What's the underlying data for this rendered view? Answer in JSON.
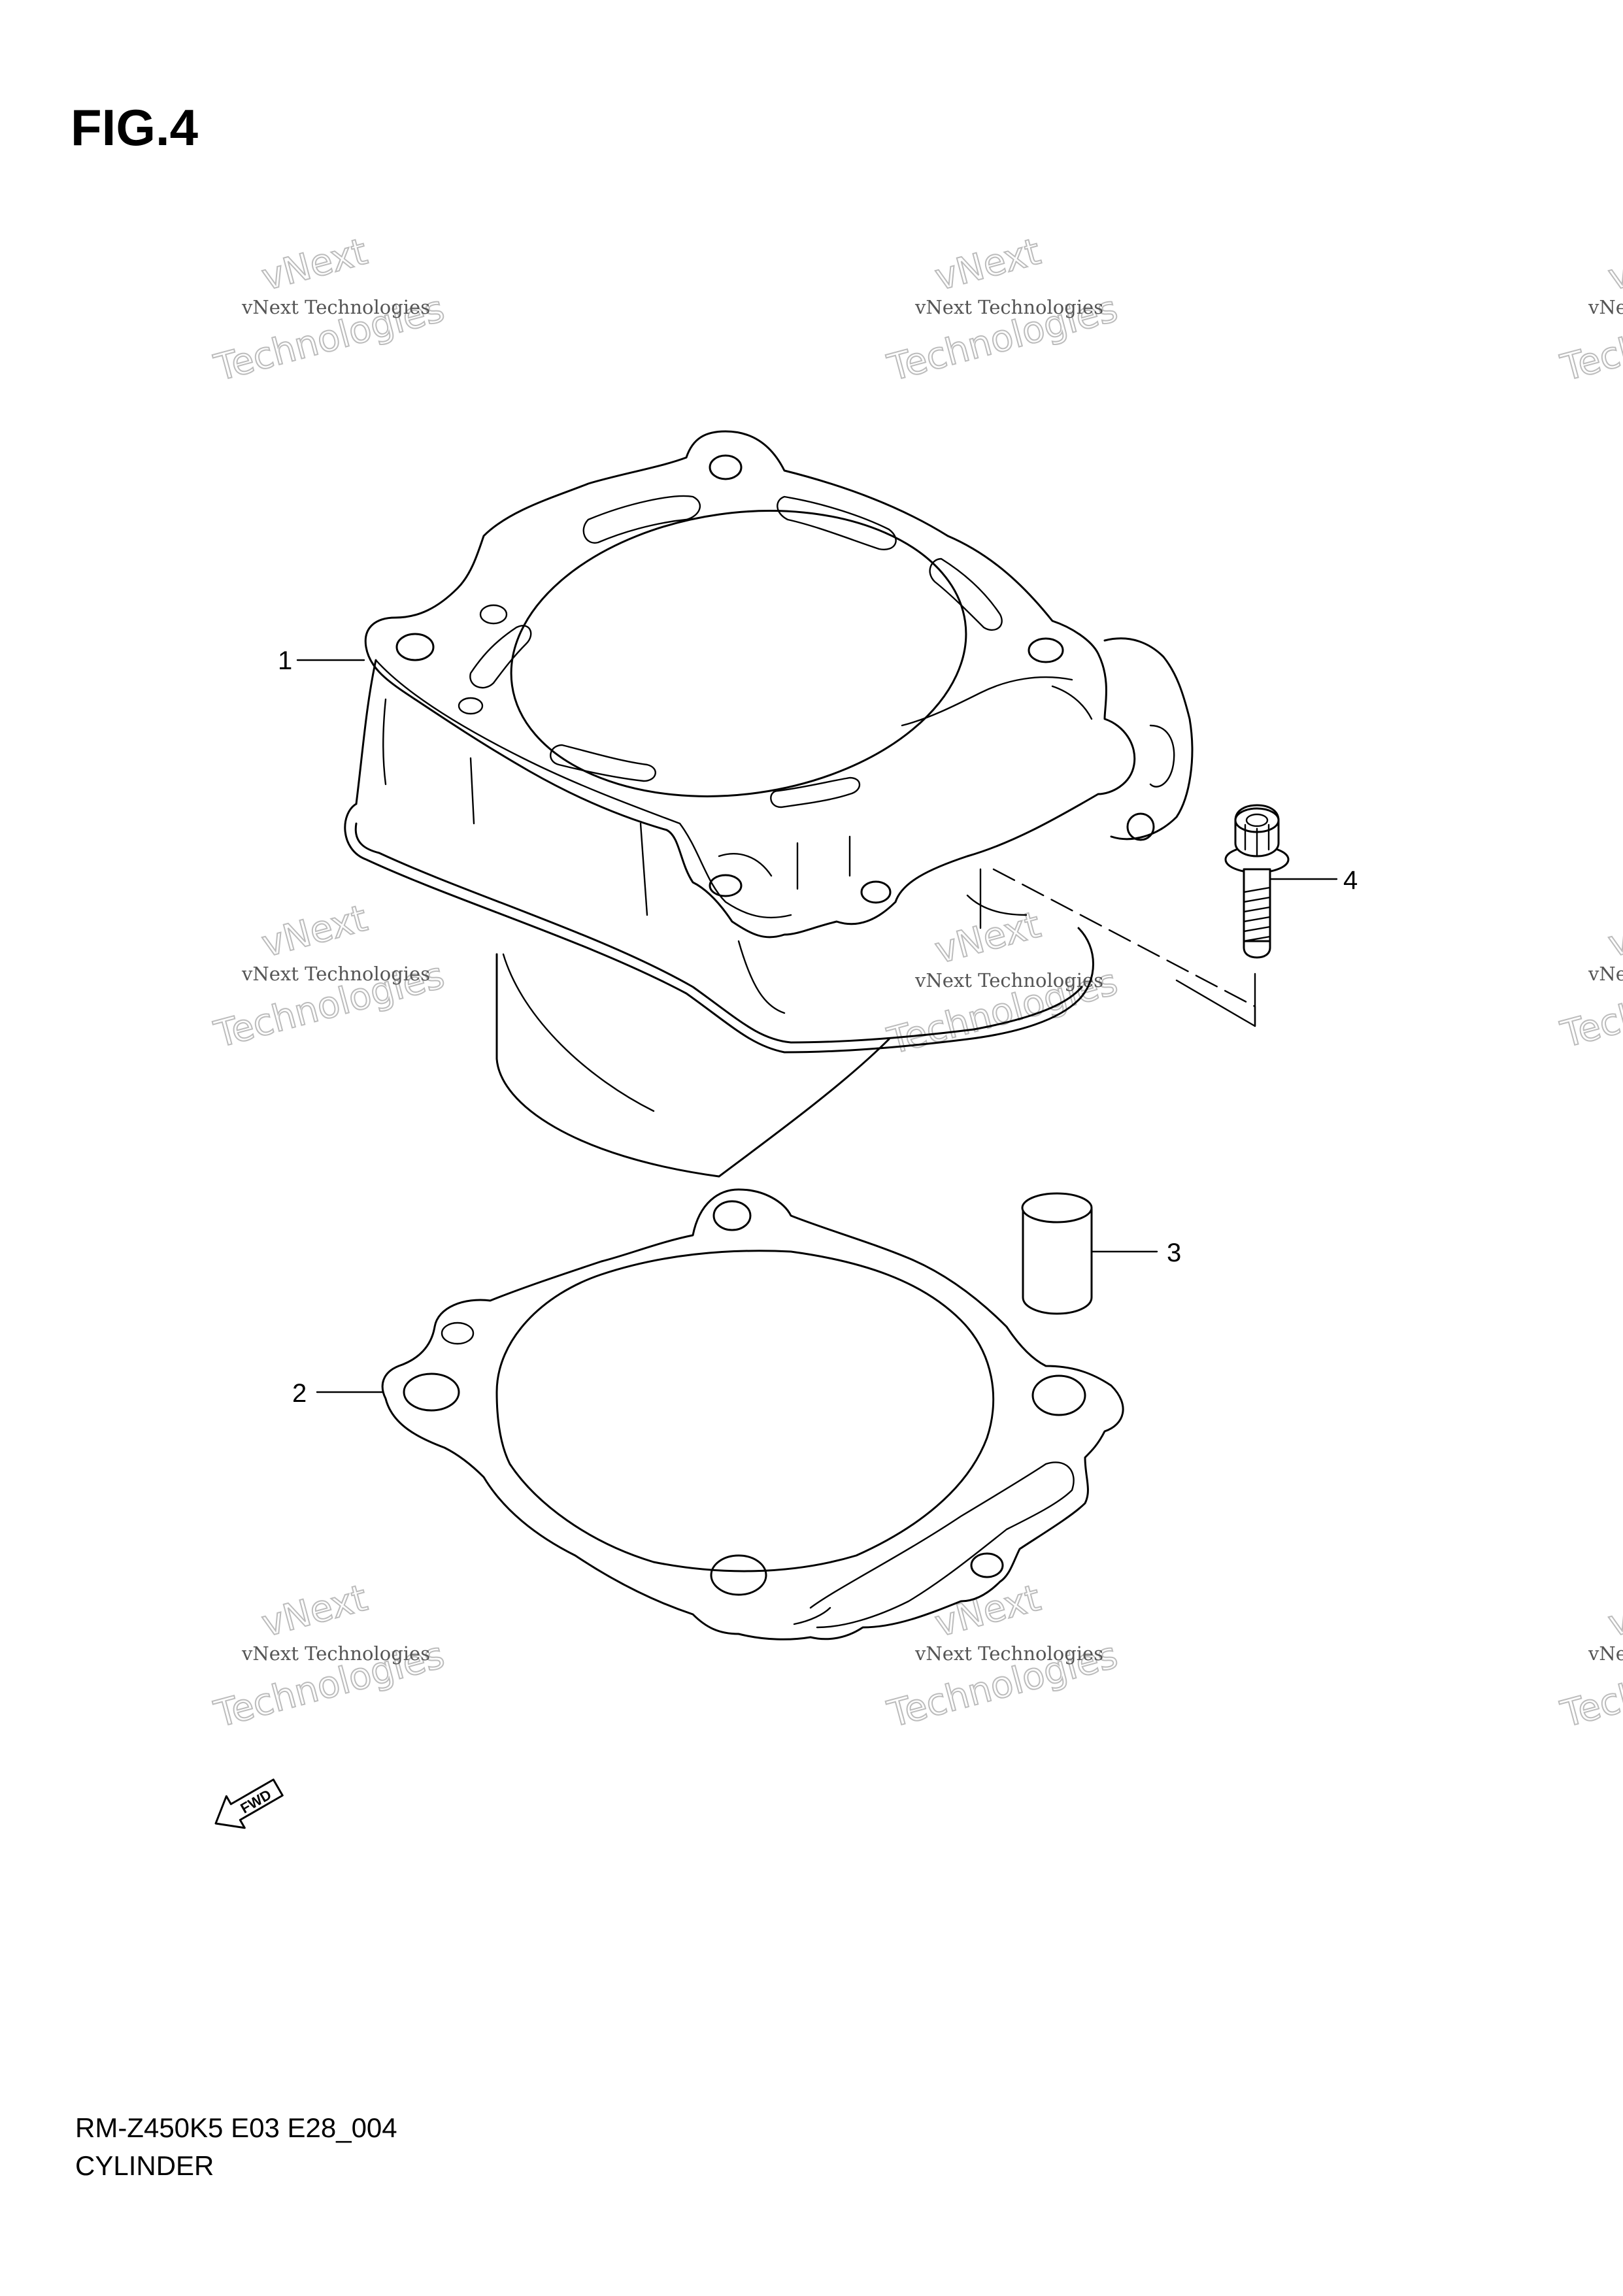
{
  "figure": {
    "title": "FIG.4",
    "code": "RM-Z450K5 E03 E28_004",
    "name": "CYLINDER"
  },
  "watermark": {
    "line_small": "vNext Technologies",
    "line_big_1": "vNext",
    "line_big_2": "Technologies"
  },
  "callouts": [
    {
      "number": "1",
      "part": "cylinder"
    },
    {
      "number": "2",
      "part": "gasket"
    },
    {
      "number": "3",
      "part": "dowel-pin"
    },
    {
      "number": "4",
      "part": "bolt"
    }
  ],
  "fwd_label": "FWD"
}
